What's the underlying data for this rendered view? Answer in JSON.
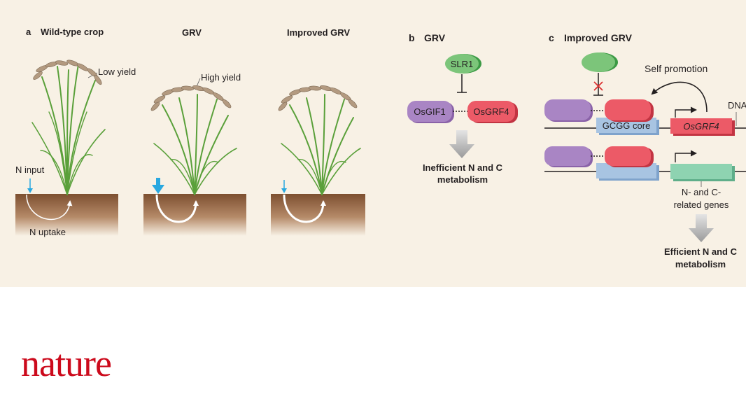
{
  "panel_a": {
    "letter": "a",
    "title_wild": "Wild-type crop",
    "title_grv": "GRV",
    "title_improved": "Improved GRV",
    "low_yield": "Low yield",
    "high_yield": "High yield",
    "n_input": "N input",
    "n_uptake": "N uptake"
  },
  "panel_b": {
    "letter": "b",
    "title": "GRV",
    "slr1": "SLR1",
    "osgif1": "OsGIF1",
    "osgrf4": "OsGRF4",
    "outcome_line1": "Inefficient N and C",
    "outcome_line2": "metabolism"
  },
  "panel_c": {
    "letter": "c",
    "title": "Improved GRV",
    "self_promotion": "Self promotion",
    "dna": "DNA",
    "gcgg_core": "GCGG core",
    "osgrf4_gene": "OsGRF4",
    "genes_line1": "N- and C-",
    "genes_line2": "related genes",
    "outcome_line1": "Efficient N and C",
    "outcome_line2": "metabolism"
  },
  "logo": "nature",
  "colors": {
    "background_panel": "#f8f1e5",
    "slr1_green": "#7cc57a",
    "gif1_purple": "#a985c4",
    "grf4_red": "#ec5a67",
    "genes_teal": "#8ed3b1",
    "gcgg_blue": "#a8c4e2",
    "arrow_blue": "#29a8e0",
    "soil_brown": "#8a5a3a",
    "plant_green": "#5aa03a",
    "logo_red": "#cc0a1c"
  }
}
